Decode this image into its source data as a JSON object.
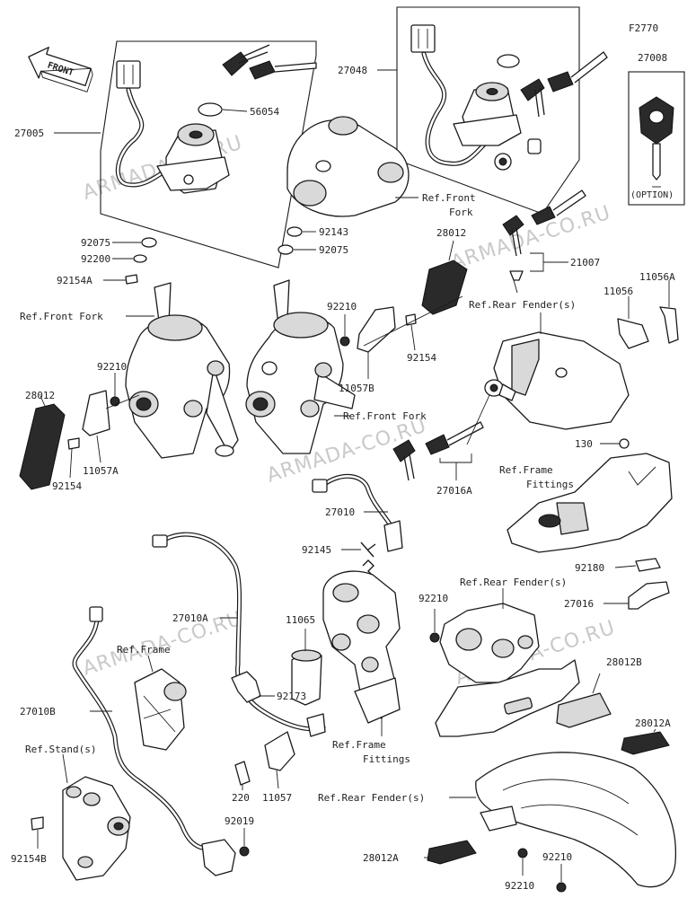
{
  "figure_code": "F2770",
  "front_arrow": "FRONT",
  "watermark": "ARMADA-CO.RU",
  "option_label": "(OPTION)",
  "labels": [
    {
      "id": "27005",
      "text": "27005"
    },
    {
      "id": "56054",
      "text": "56054"
    },
    {
      "id": "27048",
      "text": "27048"
    },
    {
      "id": "27008",
      "text": "27008"
    },
    {
      "id": "ref-front-fork-1",
      "text": "Ref.Front"
    },
    {
      "id": "ref-front-fork-1b",
      "text": "Fork"
    },
    {
      "id": "92143",
      "text": "92143"
    },
    {
      "id": "92075-a",
      "text": "92075"
    },
    {
      "id": "92075-b",
      "text": "92075"
    },
    {
      "id": "92200",
      "text": "92200"
    },
    {
      "id": "92154A",
      "text": "92154A"
    },
    {
      "id": "28012-top",
      "text": "28012"
    },
    {
      "id": "21007",
      "text": "21007"
    },
    {
      "id": "11056",
      "text": "11056"
    },
    {
      "id": "11056A",
      "text": "11056A"
    },
    {
      "id": "ref-front-fork-2",
      "text": "Ref.Front Fork"
    },
    {
      "id": "92210-a",
      "text": "92210"
    },
    {
      "id": "ref-rear-fender-1",
      "text": "Ref.Rear Fender(s)"
    },
    {
      "id": "92154",
      "text": "92154"
    },
    {
      "id": "11057B",
      "text": "11057B"
    },
    {
      "id": "92210-b",
      "text": "92210"
    },
    {
      "id": "28012-left",
      "text": "28012"
    },
    {
      "id": "ref-front-fork-3",
      "text": "Ref.Front Fork"
    },
    {
      "id": "92154-left",
      "text": "92154"
    },
    {
      "id": "11057A",
      "text": "11057A"
    },
    {
      "id": "130",
      "text": "130"
    },
    {
      "id": "ref-frame-fittings-1",
      "text": "Ref.Frame"
    },
    {
      "id": "ref-frame-fittings-1b",
      "text": "Fittings"
    },
    {
      "id": "27016A",
      "text": "27016A"
    },
    {
      "id": "27010",
      "text": "27010"
    },
    {
      "id": "92145",
      "text": "92145"
    },
    {
      "id": "92180",
      "text": "92180"
    },
    {
      "id": "27016",
      "text": "27016"
    },
    {
      "id": "ref-rear-fender-2",
      "text": "Ref.Rear Fender(s)"
    },
    {
      "id": "27010A",
      "text": "27010A"
    },
    {
      "id": "11065",
      "text": "11065"
    },
    {
      "id": "92210-c",
      "text": "92210"
    },
    {
      "id": "ref-frame",
      "text": "Ref.Frame"
    },
    {
      "id": "28012B",
      "text": "28012B"
    },
    {
      "id": "27010B",
      "text": "27010B"
    },
    {
      "id": "92173",
      "text": "92173"
    },
    {
      "id": "28012A-right",
      "text": "28012A"
    },
    {
      "id": "ref-stand",
      "text": "Ref.Stand(s)"
    },
    {
      "id": "ref-frame-fittings-2",
      "text": "Ref.Frame"
    },
    {
      "id": "ref-frame-fittings-2b",
      "text": "Fittings"
    },
    {
      "id": "220",
      "text": "220"
    },
    {
      "id": "11057",
      "text": "11057"
    },
    {
      "id": "ref-rear-fender-3",
      "text": "Ref.Rear Fender(s)"
    },
    {
      "id": "92154B",
      "text": "92154B"
    },
    {
      "id": "92019",
      "text": "92019"
    },
    {
      "id": "28012A-bottom",
      "text": "28012A"
    },
    {
      "id": "92210-d",
      "text": "92210"
    },
    {
      "id": "92210-e",
      "text": "92210"
    }
  ]
}
